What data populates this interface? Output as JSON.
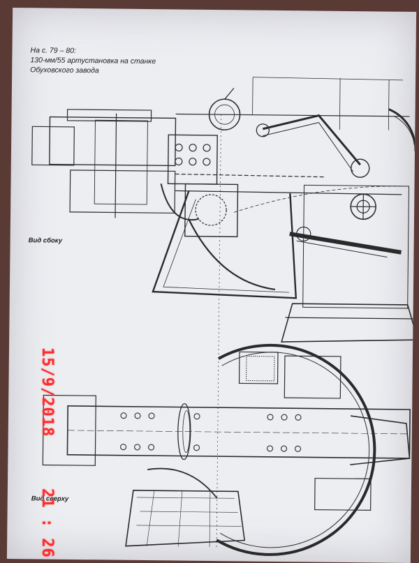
{
  "caption": {
    "line1": "На с. 79 – 80:",
    "line2": "130-мм/55 артустановка на станке",
    "line3": "Обуховского завода"
  },
  "labels": {
    "side_view": "Вид сбоку",
    "top_view": "Вид сверху"
  },
  "timestamp": {
    "date": "15/9/2018",
    "time": "21 : 26",
    "color": "#ff2a2a"
  }
}
